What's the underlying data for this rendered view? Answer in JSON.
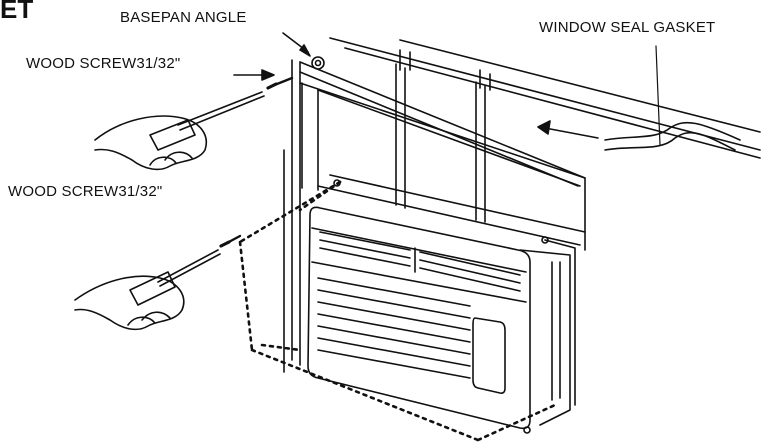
{
  "corner_text": "ET",
  "labels": {
    "basepan_angle": "BASEPAN ANGLE",
    "window_seal_gasket": "WINDOW SEAL GASKET",
    "wood_screw_top": "WOOD SCREW31/32\"",
    "wood_screw_bottom": "WOOD SCREW31/32\""
  },
  "colors": {
    "line": "#111111",
    "background": "#ffffff"
  }
}
